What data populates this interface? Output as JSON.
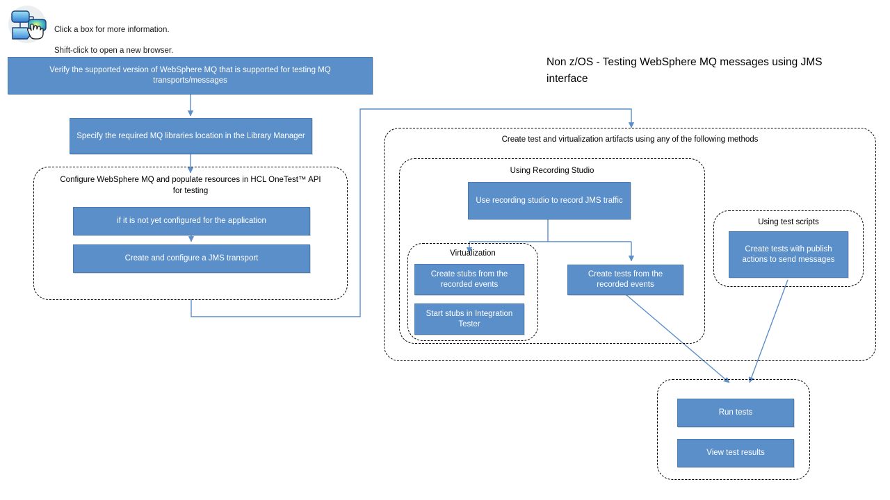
{
  "legend": {
    "icon": "flowchart-pointer-icon",
    "line1": "Click a box for more information.",
    "line2": "Shift-click to open a new browser."
  },
  "diagram": {
    "title": "Non z/OS - Testing WebSphere MQ messages using JMS interface",
    "accent_color": "#5b8fc9",
    "connector_color": "#4a7cb4",
    "group_border_color": "#000000",
    "nodes": {
      "verify_version": "Verify the supported version of WebSphere MQ that is supported for testing MQ transports/messages",
      "specify_libraries": "Specify the required MQ libraries location in the Library Manager",
      "not_configured": "if it is not yet configured for the application",
      "create_jms_transport": "Create and configure a JMS transport",
      "use_recording_studio": "Use recording studio to record JMS traffic",
      "create_stubs": "Create stubs from the recorded events",
      "start_stubs": "Start stubs in Integration Tester",
      "create_tests_recorded": "Create tests from the recorded events",
      "create_tests_publish": "Create tests with publish actions to send messages",
      "run_tests": "Run tests",
      "view_test_results": "View test results"
    },
    "groups": {
      "configure_mq": "Configure WebSphere MQ and populate resources in HCL OneTest™ API for testing",
      "create_artifacts": "Create test and virtualization artifacts using any of the following methods",
      "using_recording_studio": "Using Recording Studio",
      "virtualization": "Virtualization",
      "using_test_scripts": "Using test scripts",
      "results": ""
    }
  }
}
